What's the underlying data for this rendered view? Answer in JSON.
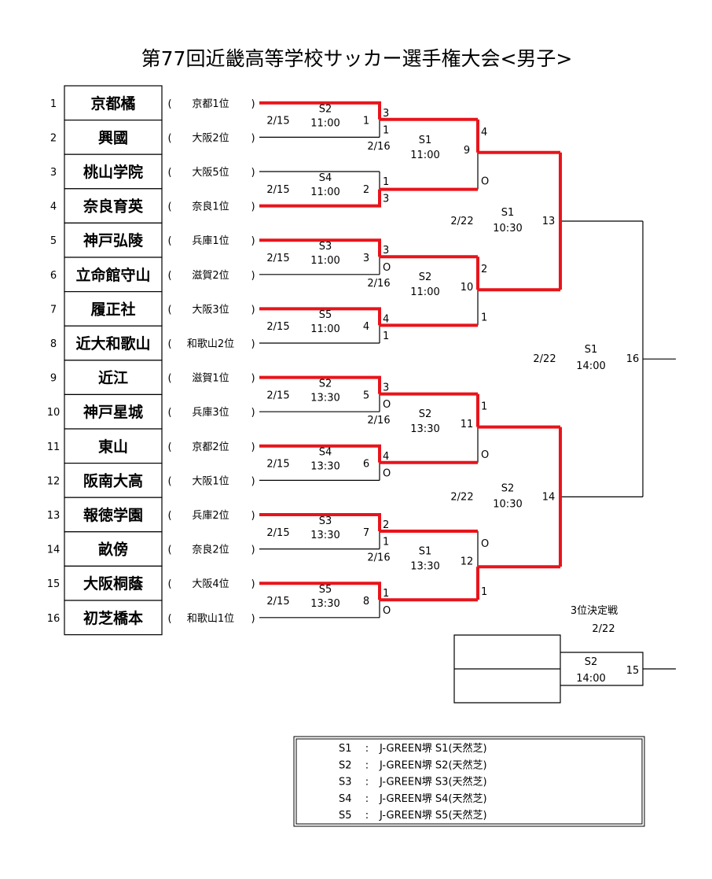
{
  "title": "第77回近畿高等学校サッカー選手権大会<男子>",
  "colors": {
    "winner": "#e8141b",
    "line": "#000000"
  },
  "teams": [
    {
      "no": "1",
      "name": "京都橘",
      "pref": "京都1位"
    },
    {
      "no": "2",
      "name": "興國",
      "pref": "大阪2位"
    },
    {
      "no": "3",
      "name": "桃山学院",
      "pref": "大阪5位"
    },
    {
      "no": "4",
      "name": "奈良育英",
      "pref": "奈良1位"
    },
    {
      "no": "5",
      "name": "神戸弘陵",
      "pref": "兵庫1位"
    },
    {
      "no": "6",
      "name": "立命館守山",
      "pref": "滋賀2位"
    },
    {
      "no": "7",
      "name": "履正社",
      "pref": "大阪3位"
    },
    {
      "no": "8",
      "name": "近大和歌山",
      "pref": "和歌山2位"
    },
    {
      "no": "9",
      "name": "近江",
      "pref": "滋賀1位"
    },
    {
      "no": "10",
      "name": "神戸星城",
      "pref": "兵庫3位"
    },
    {
      "no": "11",
      "name": "東山",
      "pref": "京都2位"
    },
    {
      "no": "12",
      "name": "阪南大高",
      "pref": "大阪1位"
    },
    {
      "no": "13",
      "name": "報徳学園",
      "pref": "兵庫2位"
    },
    {
      "no": "14",
      "name": "畝傍",
      "pref": "奈良2位"
    },
    {
      "no": "15",
      "name": "大阪桐蔭",
      "pref": "大阪4位"
    },
    {
      "no": "16",
      "name": "初芝橋本",
      "pref": "和歌山1位"
    }
  ],
  "round1": [
    {
      "date": "2/15",
      "venue": "S2",
      "time": "11:00",
      "match": "1",
      "scores": [
        "3",
        "1"
      ],
      "winner": 0
    },
    {
      "date": "2/15",
      "venue": "S4",
      "time": "11:00",
      "match": "2",
      "scores": [
        "1",
        "3"
      ],
      "winner": 1
    },
    {
      "date": "2/15",
      "venue": "S3",
      "time": "11:00",
      "match": "3",
      "scores": [
        "3",
        "O"
      ],
      "winner": 0
    },
    {
      "date": "2/15",
      "venue": "S5",
      "time": "11:00",
      "match": "4",
      "scores": [
        "4",
        "1"
      ],
      "winner": 0
    },
    {
      "date": "2/15",
      "venue": "S2",
      "time": "13:30",
      "match": "5",
      "scores": [
        "3",
        "O"
      ],
      "winner": 0
    },
    {
      "date": "2/15",
      "venue": "S4",
      "time": "13:30",
      "match": "6",
      "scores": [
        "4",
        "O"
      ],
      "winner": 0
    },
    {
      "date": "2/15",
      "venue": "S3",
      "time": "13:30",
      "match": "7",
      "scores": [
        "2",
        "1"
      ],
      "winner": 0
    },
    {
      "date": "2/15",
      "venue": "S5",
      "time": "13:30",
      "match": "8",
      "scores": [
        "1",
        "O"
      ],
      "winner": 0
    }
  ],
  "round2": [
    {
      "date": "2/16",
      "venue": "S1",
      "time": "11:00",
      "match": "9",
      "scores": [
        "4",
        "O"
      ],
      "winner": 0
    },
    {
      "date": "2/16",
      "venue": "S2",
      "time": "11:00",
      "match": "10",
      "scores": [
        "2",
        "1"
      ],
      "winner": 0
    },
    {
      "date": "2/16",
      "venue": "S2",
      "time": "13:30",
      "match": "11",
      "scores": [
        "1",
        "O"
      ],
      "winner": 0
    },
    {
      "date": "2/16",
      "venue": "S1",
      "time": "13:30",
      "match": "12",
      "scores": [
        "O",
        "1"
      ],
      "winner": 1
    }
  ],
  "semis": [
    {
      "date": "2/22",
      "venue": "S1",
      "time": "10:30",
      "match": "13"
    },
    {
      "date": "2/22",
      "venue": "S2",
      "time": "10:30",
      "match": "14"
    }
  ],
  "final": {
    "date": "2/22",
    "venue": "S1",
    "time": "14:00",
    "match": "16"
  },
  "third_place": {
    "label": "3位決定戦",
    "date": "2/22",
    "venue": "S2",
    "time": "14:00",
    "match": "15"
  },
  "legend": [
    {
      "code": "S1",
      "sep": ":",
      "desc": "J-GREEN堺 S1(天然芝)"
    },
    {
      "code": "S2",
      "sep": ":",
      "desc": "J-GREEN堺 S2(天然芝)"
    },
    {
      "code": "S3",
      "sep": ":",
      "desc": "J-GREEN堺 S3(天然芝)"
    },
    {
      "code": "S4",
      "sep": ":",
      "desc": "J-GREEN堺 S4(天然芝)"
    },
    {
      "code": "S5",
      "sep": ":",
      "desc": "J-GREEN堺 S5(天然芝)"
    }
  ]
}
